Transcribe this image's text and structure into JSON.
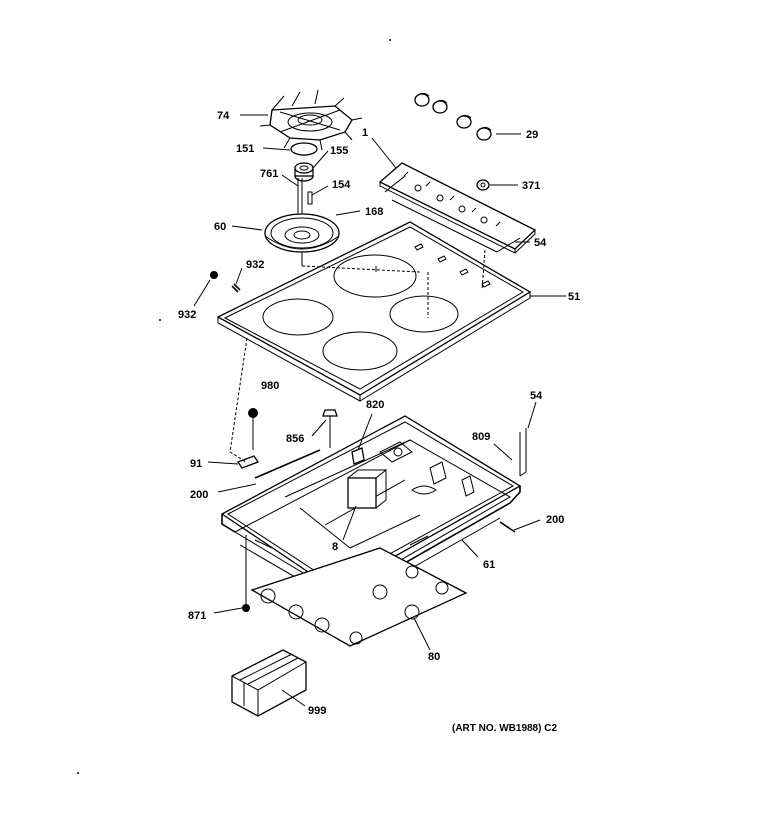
{
  "labels": {
    "l74": "74",
    "l1": "1",
    "l29": "29",
    "l151": "151",
    "l155": "155",
    "l761": "761",
    "l154": "154",
    "l371": "371",
    "l168": "168",
    "l60": "60",
    "l54a": "54",
    "l932a": "932",
    "l932b": "932",
    "l51": "51",
    "l980": "980",
    "l820": "820",
    "l54b": "54",
    "l856": "856",
    "l809": "809",
    "l91": "91",
    "l200a": "200",
    "l200b": "200",
    "l8": "8",
    "l61": "61",
    "l871": "871",
    "l80": "80",
    "l999": "999"
  },
  "art_no": "(ART NO. WB1988) C2"
}
